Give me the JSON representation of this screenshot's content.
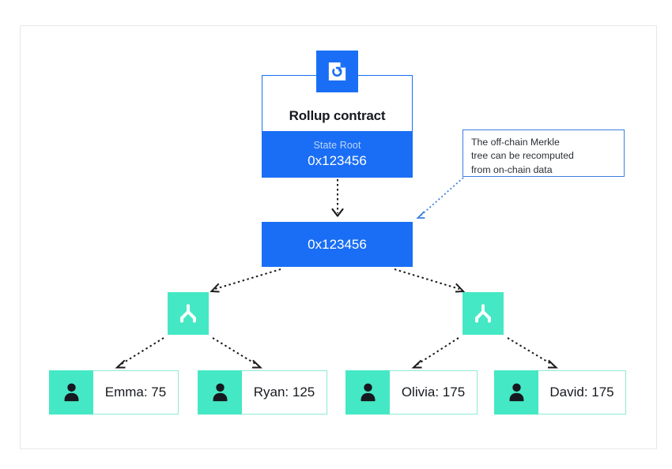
{
  "diagram": {
    "title_icon": "contract-document-icon",
    "rollup_contract": {
      "title": "Rollup contract",
      "state_root_label": "State Root",
      "state_root_value": "0x123456"
    },
    "merkle_root": {
      "value": "0x123456"
    },
    "annotation": {
      "text": "The off-chain Merkle\ntree can be recomputed\nfrom on-chain data"
    },
    "branch_nodes": [
      {
        "name": "left-branch",
        "icon": "merkle-branch-icon"
      },
      {
        "name": "right-branch",
        "icon": "merkle-branch-icon"
      }
    ],
    "leaves": [
      {
        "icon": "person-icon",
        "label": "Emma: 75"
      },
      {
        "icon": "person-icon",
        "label": "Ryan: 125"
      },
      {
        "icon": "person-icon",
        "label": "Olivia: 175"
      },
      {
        "icon": "person-icon",
        "label": "David: 175"
      }
    ],
    "colors": {
      "blue": "#1a6ef5",
      "blue_light_text": "#bed6fb",
      "teal": "#45e8c4",
      "teal_border": "#8fe9d5",
      "annotation_border": "#3d7fe0",
      "frame_border": "#e8e8e8",
      "text_dark": "#16191f",
      "connector": "#1b1b1b"
    }
  }
}
